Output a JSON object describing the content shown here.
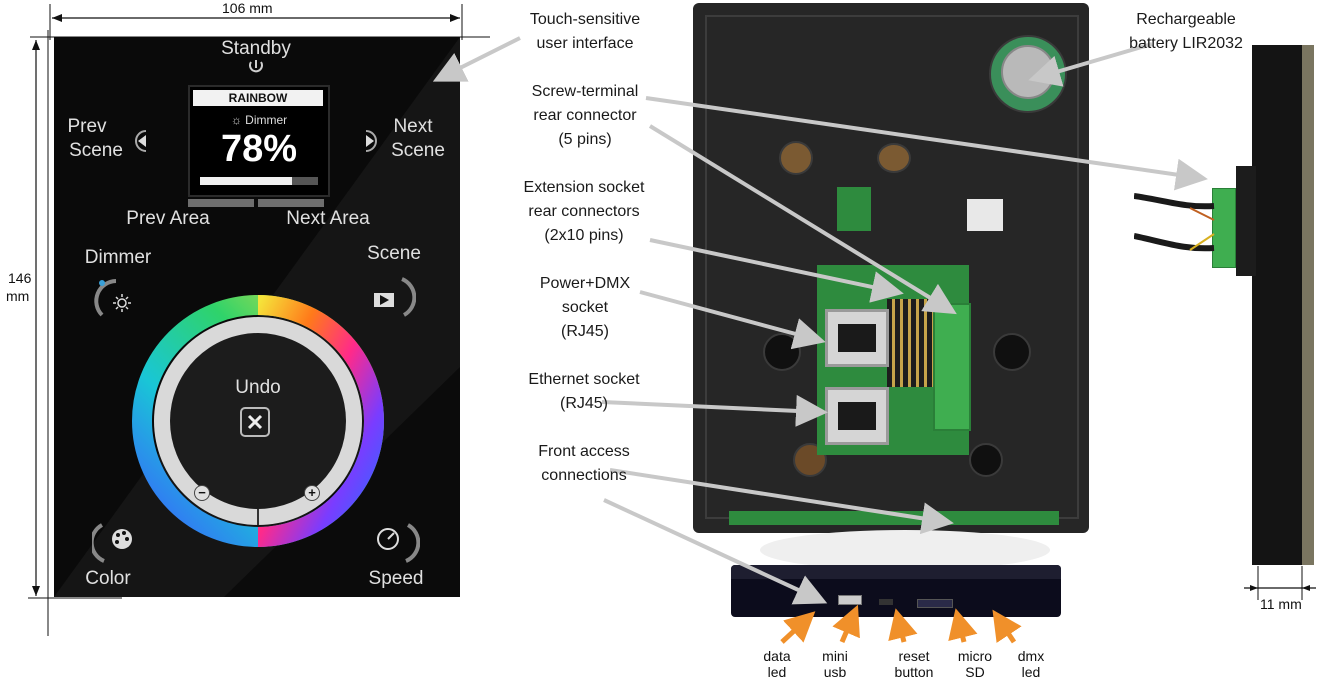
{
  "dimensions": {
    "width": "106 mm",
    "height_value": "146",
    "height_unit": "mm",
    "depth": "11 mm"
  },
  "panel": {
    "standby": "Standby",
    "screen_title": "RAINBOW",
    "screen_mode": "Dimmer",
    "screen_value": "78%",
    "screen_level": 0.78,
    "prev_scene_1": "Prev",
    "prev_scene_2": "Scene",
    "next_scene_1": "Next",
    "next_scene_2": "Scene",
    "prev_area": "Prev Area",
    "next_area": "Next Area",
    "dimmer": "Dimmer",
    "scene": "Scene",
    "undo": "Undo",
    "color": "Color",
    "speed": "Speed",
    "minus": "−",
    "plus": "+"
  },
  "callouts": {
    "touch_1": "Touch-sensitive",
    "touch_2": "user interface",
    "screw_1": "Screw-terminal",
    "screw_2": "rear connector",
    "screw_3": "(5 pins)",
    "ext_1": "Extension socket",
    "ext_2": "rear connectors",
    "ext_3": "(2x10 pins)",
    "power_1": "Power+DMX",
    "power_2": "socket",
    "power_3": "(RJ45)",
    "eth_1": "Ethernet socket",
    "eth_2": "(RJ45)",
    "front_1": "Front access",
    "front_2": "connections",
    "battery_1": "Rechargeable",
    "battery_2": "battery LIR2032"
  },
  "ports": {
    "data_led_1": "data",
    "data_led_2": "led",
    "mini_usb_1": "mini",
    "mini_usb_2": "usb",
    "reset_1": "reset",
    "reset_2": "button",
    "micro_sd_1": "micro",
    "micro_sd_2": "SD",
    "dmx_led_1": "dmx",
    "dmx_led_2": "led"
  },
  "colors": {
    "arrow_gray": "#c8c8c8",
    "arrow_orange": "#f0902a",
    "pcb_green": "#2e8b3e",
    "connector_green": "#3fae50"
  }
}
